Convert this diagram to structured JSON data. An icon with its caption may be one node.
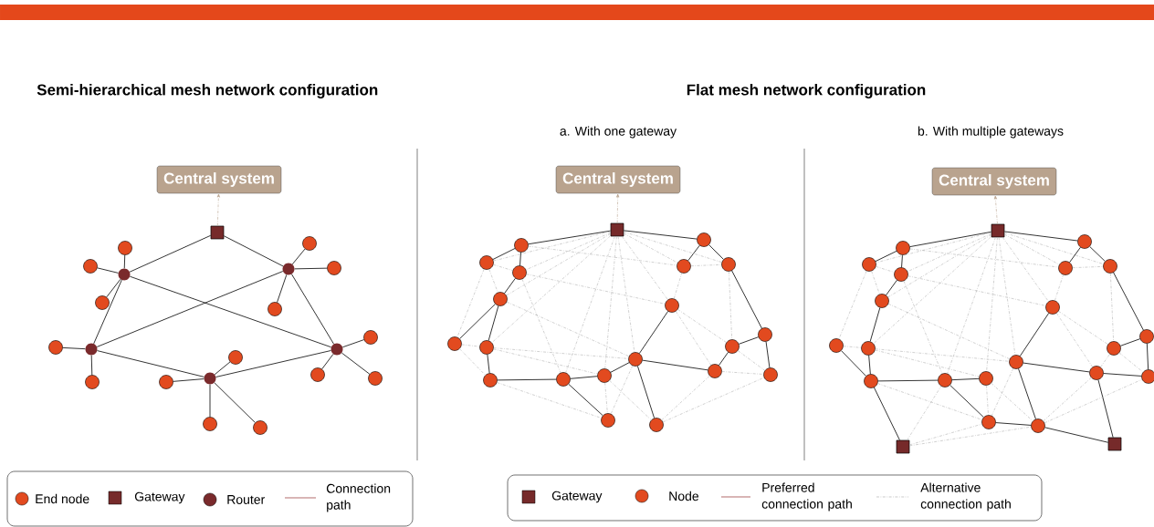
{
  "diagram": {
    "nodes": [
      {
        "text": [
          "Central system"
        ]
      },
      {
        "text": [],
        "shape": "box"
      },
      {
        "text": [],
        "shape": "circle"
      },
      {
        "text": [],
        "shape": "circle"
      },
      {
        "text": [],
        "shape": "circle"
      },
      {
        "text": [],
        "shape": "circle"
      },
      {
        "text": [],
        "shape": "circle"
      },
      {
        "text": [],
        "shape": "circle"
      },
      {
        "text": [],
        "shape": "circle"
      },
      {
        "text": [],
        "shape": "circle"
      },
      {
        "text": [],
        "shape": "circle"
      },
      {
        "text": [],
        "shape": "circle"
      },
      {
        "text": [],
        "shape": "circle"
      },
      {
        "text": [],
        "shape": "circle"
      },
      {
        "text": [],
        "shape": "circle"
      },
      {
        "text": [],
        "shape": "circle"
      },
      {
        "text": [],
        "shape": "circle"
      },
      {
        "text": [],
        "shape": "circle"
      },
      {
        "text": [],
        "shape": "circle"
      },
      {
        "text": [],
        "shape": "circle"
      },
      {
        "text": [],
        "shape": "circle"
      },
      {
        "text": [],
        "shape": "circle"
      },
      {
        "text": [
          "Central system"
        ]
      },
      {
        "text": [],
        "shape": "box"
      },
      {
        "text": [],
        "shape": "circle"
      },
      {
        "text": [],
        "shape": "circle"
      },
      {
        "text": [],
        "shape": "circle"
      },
      {
        "text": [],
        "shape": "circle"
      },
      {
        "text": [],
        "shape": "circle"
      },
      {
        "text": [],
        "shape": "circle"
      },
      {
        "text": [],
        "shape": "circle"
      },
      {
        "text": [],
        "shape": "circle"
      },
      {
        "text": [],
        "shape": "circle"
      },
      {
        "text": [],
        "shape": "circle"
      },
      {
        "text": [],
        "shape": "circle"
      },
      {
        "text": [],
        "shape": "circle"
      },
      {
        "text": [],
        "shape": "circle"
      },
      {
        "text": [],
        "shape": "circle"
      },
      {
        "text": [],
        "shape": "circle"
      },
      {
        "text": [],
        "shape": "circle"
      },
      {
        "text": [],
        "shape": "circle"
      },
      {
        "text": [],
        "shape": "circle"
      },
      {
        "text": [],
        "shape": "circle"
      },
      {
        "text": [],
        "shape": "circle"
      },
      {
        "text": [
          "Central system"
        ]
      },
      {
        "text": [],
        "shape": "box"
      },
      {
        "text": [],
        "shape": "circle"
      },
      {
        "text": [],
        "shape": "circle"
      },
      {
        "text": [],
        "shape": "circle"
      },
      {
        "text": [],
        "shape": "circle"
      },
      {
        "text": [],
        "shape": "circle"
      },
      {
        "text": [],
        "shape": "circle"
      },
      {
        "text": [],
        "shape": "circle"
      },
      {
        "text": [],
        "shape": "circle"
      },
      {
        "text": [],
        "shape": "circle"
      },
      {
        "text": [],
        "shape": "circle"
      },
      {
        "text": [],
        "shape": "circle"
      },
      {
        "text": [],
        "shape": "circle"
      },
      {
        "text": [],
        "shape": "circle"
      },
      {
        "text": [],
        "shape": "circle"
      },
      {
        "text": [],
        "shape": "circle"
      },
      {
        "text": [],
        "shape": "circle"
      },
      {
        "text": [],
        "shape": "circle"
      },
      {
        "text": [],
        "shape": "circle"
      },
      {
        "text": [],
        "shape": "circle"
      },
      {
        "text": [],
        "shape": "circle"
      },
      {
        "text": [],
        "shape": "box"
      },
      {
        "text": [],
        "shape": "box"
      }
    ],
    "edges": [
      {
        "from": 1,
        "to": 0,
        "arrow": "to",
        "style": "dashed",
        "color": "#b9a38e"
      },
      {
        "from": 1,
        "to": 2,
        "arrow": "none",
        "color": "#000000"
      },
      {
        "from": 1,
        "to": 3,
        "arrow": "none",
        "color": "#000000"
      },
      {
        "from": 2,
        "to": 4,
        "arrow": "none",
        "color": "#000000"
      },
      {
        "from": 2,
        "to": 6,
        "arrow": "none",
        "color": "#000000"
      },
      {
        "from": 3,
        "to": 4,
        "arrow": "none",
        "color": "#000000"
      },
      {
        "from": 3,
        "to": 6,
        "arrow": "none",
        "color": "#000000"
      },
      {
        "from": 4,
        "to": 5,
        "arrow": "none",
        "color": "#000000"
      },
      {
        "from": 5,
        "to": 6,
        "arrow": "none",
        "color": "#000000"
      },
      {
        "from": 2,
        "to": 7,
        "arrow": "none",
        "color": "#000000"
      },
      {
        "from": 2,
        "to": 8,
        "arrow": "none",
        "color": "#000000"
      },
      {
        "from": 2,
        "to": 9,
        "arrow": "none",
        "color": "#000000"
      },
      {
        "from": 3,
        "to": 10,
        "arrow": "none",
        "color": "#000000"
      },
      {
        "from": 3,
        "to": 11,
        "arrow": "none",
        "color": "#000000"
      },
      {
        "from": 3,
        "to": 12,
        "arrow": "none",
        "color": "#000000"
      },
      {
        "from": 4,
        "to": 13,
        "arrow": "none",
        "color": "#000000"
      },
      {
        "from": 4,
        "to": 14,
        "arrow": "none",
        "color": "#000000"
      },
      {
        "from": 5,
        "to": 15,
        "arrow": "none",
        "color": "#000000"
      },
      {
        "from": 5,
        "to": 16,
        "arrow": "none",
        "color": "#000000"
      },
      {
        "from": 5,
        "to": 17,
        "arrow": "none",
        "color": "#000000"
      },
      {
        "from": 5,
        "to": 18,
        "arrow": "none",
        "color": "#000000"
      },
      {
        "from": 6,
        "to": 19,
        "arrow": "none",
        "color": "#000000"
      },
      {
        "from": 6,
        "to": 20,
        "arrow": "none",
        "color": "#000000"
      },
      {
        "from": 6,
        "to": 21,
        "arrow": "none",
        "color": "#000000"
      },
      {
        "from": 23,
        "to": 22,
        "arrow": "to",
        "style": "dashed",
        "color": "#b9a38e"
      },
      {
        "from": 23,
        "to": 24,
        "arrow": "none",
        "color": "#000000"
      },
      {
        "from": 24,
        "to": 25,
        "arrow": "none",
        "color": "#000000"
      },
      {
        "from": 24,
        "to": 26,
        "arrow": "none",
        "color": "#000000"
      },
      {
        "from": 26,
        "to": 27,
        "arrow": "none",
        "color": "#000000"
      },
      {
        "from": 27,
        "to": 28,
        "arrow": "none",
        "color": "#000000"
      },
      {
        "from": 27,
        "to": 29,
        "arrow": "none",
        "color": "#000000"
      },
      {
        "from": 29,
        "to": 30,
        "arrow": "none",
        "color": "#000000"
      },
      {
        "from": 30,
        "to": 31,
        "arrow": "none",
        "color": "#000000"
      },
      {
        "from": 31,
        "to": 32,
        "arrow": "none",
        "color": "#000000"
      },
      {
        "from": 31,
        "to": 34,
        "arrow": "none",
        "color": "#000000"
      },
      {
        "from": 32,
        "to": 33,
        "arrow": "none",
        "color": "#000000"
      },
      {
        "from": 33,
        "to": 36,
        "arrow": "none",
        "color": "#000000"
      },
      {
        "from": 33,
        "to": 35,
        "arrow": "none",
        "color": "#000000"
      },
      {
        "from": 33,
        "to": 42,
        "arrow": "none",
        "color": "#000000"
      },
      {
        "from": 42,
        "to": 40,
        "arrow": "none",
        "color": "#000000"
      },
      {
        "from": 40,
        "to": 41,
        "arrow": "none",
        "color": "#000000"
      },
      {
        "from": 41,
        "to": 43,
        "arrow": "none",
        "color": "#000000"
      },
      {
        "from": 39,
        "to": 41,
        "arrow": "none",
        "color": "#000000"
      },
      {
        "from": 38,
        "to": 39,
        "arrow": "none",
        "color": "#000000"
      },
      {
        "from": 38,
        "to": 37,
        "arrow": "none",
        "color": "#000000"
      },
      {
        "from": 23,
        "to": 38,
        "arrow": "none",
        "color": "#000000"
      },
      {
        "from": 23,
        "to": 26,
        "arrow": "none",
        "style": "dashed"
      },
      {
        "from": 23,
        "to": 27,
        "arrow": "none",
        "style": "dashed"
      },
      {
        "from": 23,
        "to": 29,
        "arrow": "none",
        "style": "dashed"
      },
      {
        "from": 23,
        "to": 31,
        "arrow": "none",
        "style": "dashed"
      },
      {
        "from": 23,
        "to": 32,
        "arrow": "none",
        "style": "dashed"
      },
      {
        "from": 23,
        "to": 33,
        "arrow": "none",
        "style": "dashed"
      },
      {
        "from": 23,
        "to": 36,
        "arrow": "none",
        "style": "dashed"
      },
      {
        "from": 23,
        "to": 37,
        "arrow": "none",
        "style": "dashed"
      },
      {
        "from": 23,
        "to": 39,
        "arrow": "none",
        "style": "dashed"
      },
      {
        "from": 23,
        "to": 25,
        "arrow": "none",
        "style": "dashed"
      },
      {
        "from": 25,
        "to": 26,
        "arrow": "none",
        "style": "dashed"
      },
      {
        "from": 25,
        "to": 27,
        "arrow": "none",
        "style": "dashed"
      },
      {
        "from": 25,
        "to": 28,
        "arrow": "none",
        "style": "dashed"
      },
      {
        "from": 28,
        "to": 29,
        "arrow": "none",
        "style": "dashed"
      },
      {
        "from": 28,
        "to": 30,
        "arrow": "none",
        "style": "dashed"
      },
      {
        "from": 30,
        "to": 34,
        "arrow": "none",
        "style": "dashed"
      },
      {
        "from": 29,
        "to": 32,
        "arrow": "none",
        "style": "dashed"
      },
      {
        "from": 29,
        "to": 33,
        "arrow": "none",
        "style": "dashed"
      },
      {
        "from": 26,
        "to": 36,
        "arrow": "none",
        "style": "dashed"
      },
      {
        "from": 24,
        "to": 37,
        "arrow": "none",
        "style": "dashed"
      },
      {
        "from": 26,
        "to": 31,
        "arrow": "none",
        "style": "dashed"
      },
      {
        "from": 32,
        "to": 34,
        "arrow": "none",
        "style": "dashed"
      },
      {
        "from": 32,
        "to": 35,
        "arrow": "none",
        "style": "dashed"
      },
      {
        "from": 35,
        "to": 42,
        "arrow": "none",
        "style": "dashed"
      },
      {
        "from": 35,
        "to": 43,
        "arrow": "none",
        "style": "dashed"
      },
      {
        "from": 42,
        "to": 43,
        "arrow": "none",
        "style": "dashed"
      },
      {
        "from": 40,
        "to": 43,
        "arrow": "none",
        "style": "dashed"
      },
      {
        "from": 36,
        "to": 40,
        "arrow": "none",
        "style": "dashed"
      },
      {
        "from": 36,
        "to": 37,
        "arrow": "none",
        "style": "dashed"
      },
      {
        "from": 37,
        "to": 39,
        "arrow": "none",
        "style": "dashed"
      },
      {
        "from": 39,
        "to": 40,
        "arrow": "none",
        "style": "dashed"
      },
      {
        "from": 36,
        "to": 42,
        "arrow": "none",
        "style": "dashed"
      },
      {
        "from": 33,
        "to": 34,
        "arrow": "none",
        "style": "dashed"
      },
      {
        "from": 27,
        "to": 33,
        "arrow": "none",
        "style": "dashed"
      },
      {
        "from": 45,
        "to": 44,
        "arrow": "to",
        "style": "dashed",
        "color": "#b9a38e"
      },
      {
        "from": 45,
        "to": 46,
        "arrow": "none",
        "color": "#000000"
      },
      {
        "from": 46,
        "to": 47,
        "arrow": "none",
        "color": "#000000"
      },
      {
        "from": 46,
        "to": 48,
        "arrow": "none",
        "color": "#000000"
      },
      {
        "from": 48,
        "to": 49,
        "arrow": "none",
        "color": "#000000"
      },
      {
        "from": 49,
        "to": 51,
        "arrow": "none",
        "color": "#000000"
      },
      {
        "from": 50,
        "to": 52,
        "arrow": "none",
        "color": "#000000"
      },
      {
        "from": 51,
        "to": 52,
        "arrow": "none",
        "color": "#000000"
      },
      {
        "from": 52,
        "to": 53,
        "arrow": "none",
        "color": "#000000"
      },
      {
        "from": 52,
        "to": 66,
        "arrow": "none",
        "color": "#000000"
      },
      {
        "from": 53,
        "to": 54,
        "arrow": "none",
        "color": "#000000"
      },
      {
        "from": 53,
        "to": 56,
        "arrow": "none",
        "color": "#000000"
      },
      {
        "from": 55,
        "to": 58,
        "arrow": "none",
        "color": "#000000"
      },
      {
        "from": 55,
        "to": 57,
        "arrow": "none",
        "color": "#000000"
      },
      {
        "from": 55,
        "to": 64,
        "arrow": "none",
        "color": "#000000"
      },
      {
        "from": 56,
        "to": 57,
        "arrow": "none",
        "color": "#000000"
      },
      {
        "from": 57,
        "to": 67,
        "arrow": "none",
        "color": "#000000"
      },
      {
        "from": 64,
        "to": 67,
        "arrow": "none",
        "color": "#000000"
      },
      {
        "from": 64,
        "to": 65,
        "arrow": "none",
        "color": "#000000"
      },
      {
        "from": 62,
        "to": 63,
        "arrow": "none",
        "color": "#000000"
      },
      {
        "from": 63,
        "to": 65,
        "arrow": "none",
        "color": "#000000"
      },
      {
        "from": 61,
        "to": 63,
        "arrow": "none",
        "color": "#000000"
      },
      {
        "from": 60,
        "to": 61,
        "arrow": "none",
        "color": "#000000"
      },
      {
        "from": 60,
        "to": 59,
        "arrow": "none",
        "color": "#000000"
      },
      {
        "from": 45,
        "to": 60,
        "arrow": "none",
        "color": "#000000"
      },
      {
        "from": 45,
        "to": 48,
        "arrow": "none",
        "style": "dashed"
      },
      {
        "from": 45,
        "to": 49,
        "arrow": "none",
        "style": "dashed"
      },
      {
        "from": 45,
        "to": 51,
        "arrow": "none",
        "style": "dashed"
      },
      {
        "from": 45,
        "to": 53,
        "arrow": "none",
        "style": "dashed"
      },
      {
        "from": 45,
        "to": 54,
        "arrow": "none",
        "style": "dashed"
      },
      {
        "from": 45,
        "to": 55,
        "arrow": "none",
        "style": "dashed"
      },
      {
        "from": 45,
        "to": 58,
        "arrow": "none",
        "style": "dashed"
      },
      {
        "from": 45,
        "to": 59,
        "arrow": "none",
        "style": "dashed"
      },
      {
        "from": 45,
        "to": 61,
        "arrow": "none",
        "style": "dashed"
      },
      {
        "from": 45,
        "to": 47,
        "arrow": "none",
        "style": "dashed"
      },
      {
        "from": 47,
        "to": 48,
        "arrow": "none",
        "style": "dashed"
      },
      {
        "from": 47,
        "to": 49,
        "arrow": "none",
        "style": "dashed"
      },
      {
        "from": 47,
        "to": 50,
        "arrow": "none",
        "style": "dashed"
      },
      {
        "from": 50,
        "to": 51,
        "arrow": "none",
        "style": "dashed"
      },
      {
        "from": 51,
        "to": 54,
        "arrow": "none",
        "style": "dashed"
      },
      {
        "from": 51,
        "to": 55,
        "arrow": "none",
        "style": "dashed"
      },
      {
        "from": 48,
        "to": 58,
        "arrow": "none",
        "style": "dashed"
      },
      {
        "from": 46,
        "to": 59,
        "arrow": "none",
        "style": "dashed"
      },
      {
        "from": 48,
        "to": 53,
        "arrow": "none",
        "style": "dashed"
      },
      {
        "from": 54,
        "to": 56,
        "arrow": "none",
        "style": "dashed"
      },
      {
        "from": 54,
        "to": 57,
        "arrow": "none",
        "style": "dashed"
      },
      {
        "from": 57,
        "to": 64,
        "arrow": "none",
        "style": "dashed"
      },
      {
        "from": 57,
        "to": 65,
        "arrow": "none",
        "style": "dashed"
      },
      {
        "from": 62,
        "to": 65,
        "arrow": "none",
        "style": "dashed"
      },
      {
        "from": 58,
        "to": 62,
        "arrow": "none",
        "style": "dashed"
      },
      {
        "from": 58,
        "to": 59,
        "arrow": "none",
        "style": "dashed"
      },
      {
        "from": 59,
        "to": 61,
        "arrow": "none",
        "style": "dashed"
      },
      {
        "from": 61,
        "to": 62,
        "arrow": "none",
        "style": "dashed"
      },
      {
        "from": 58,
        "to": 64,
        "arrow": "none",
        "style": "dashed"
      },
      {
        "from": 55,
        "to": 56,
        "arrow": "none",
        "style": "dashed"
      },
      {
        "from": 49,
        "to": 55,
        "arrow": "none",
        "style": "dashed"
      },
      {
        "from": 66,
        "to": 56,
        "arrow": "none",
        "style": "dashed"
      },
      {
        "from": 66,
        "to": 57,
        "arrow": "none",
        "style": "dashed"
      },
      {
        "from": 66,
        "to": 53,
        "arrow": "none",
        "style": "dashed"
      },
      {
        "from": 52,
        "to": 56,
        "arrow": "none",
        "style": "dashed"
      },
      {
        "from": 64,
        "to": 62,
        "arrow": "none",
        "style": "dashed"
      }
    ],
    "labels": [
      "Semi-hierarchical mesh network configuration",
      "Flat mesh network configuration",
      "a. With one gateway",
      "b. With multiple gateways"
    ],
    "legend": [
      {
        "text": "End node"
      },
      {
        "text": "Gateway"
      },
      {
        "text": "Router"
      },
      {
        "text": "Connection path"
      },
      {
        "text": "Gateway"
      },
      {
        "text": "Node"
      },
      {
        "text": "Preferred connection path"
      },
      {
        "text": "Alternative connection path"
      }
    ]
  }
}
